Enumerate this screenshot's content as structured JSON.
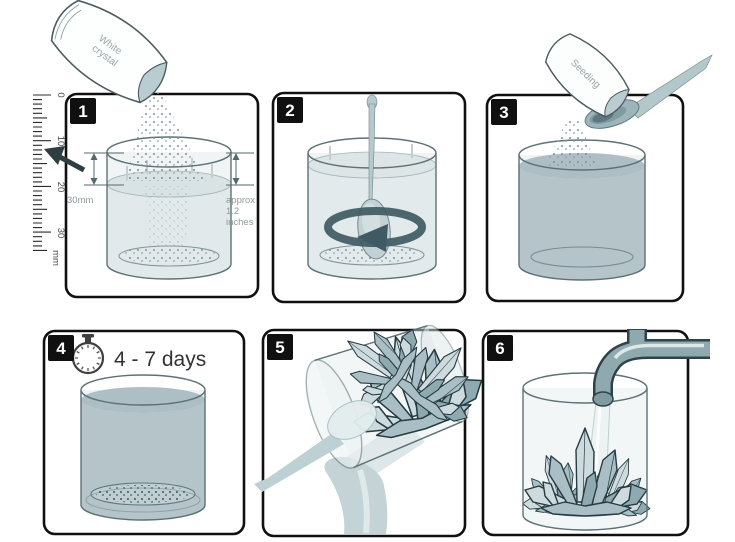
{
  "palette": {
    "panel_border": "#101010",
    "badge_bg": "#101010",
    "badge_text": "#ffffff",
    "glass_stroke": "#5d7276",
    "glass_fill": "#f0f4f4",
    "water_light": "#e2e9ea",
    "water_surface": "#dae3e4",
    "solution": "#b4c4c8",
    "solution_surface": "#adbfc4",
    "metal": "#8fa9ae",
    "metal_dark": "#2f4449",
    "spoon_fill": "#b6c9cc",
    "stir_arrow": "#3f5a63",
    "crystal_light": "#cddade",
    "crystal_mid": "#a9bfc5",
    "crystal_dark": "#8fa9b0",
    "crystal_stroke": "#253c42",
    "powder_dot": "#7d9296",
    "annotation_text": "#8d999b",
    "dark_text": "#333333"
  },
  "ruler": {
    "tick_labels": [
      "0",
      "10",
      "20",
      "30"
    ],
    "unit": "mm"
  },
  "packet_step1": {
    "line1": "White",
    "line2": "crystal"
  },
  "packet_step3": {
    "label": "Seeding"
  },
  "panels": {
    "p1": {
      "number": "1",
      "depth_mm": "30mm",
      "approx_line1": "approx",
      "approx_line2": "1.2",
      "approx_line3": "inches"
    },
    "p2": {
      "number": "2"
    },
    "p3": {
      "number": "3"
    },
    "p4": {
      "number": "4",
      "duration": "4 - 7 days"
    },
    "p5": {
      "number": "5"
    },
    "p6": {
      "number": "6"
    }
  }
}
